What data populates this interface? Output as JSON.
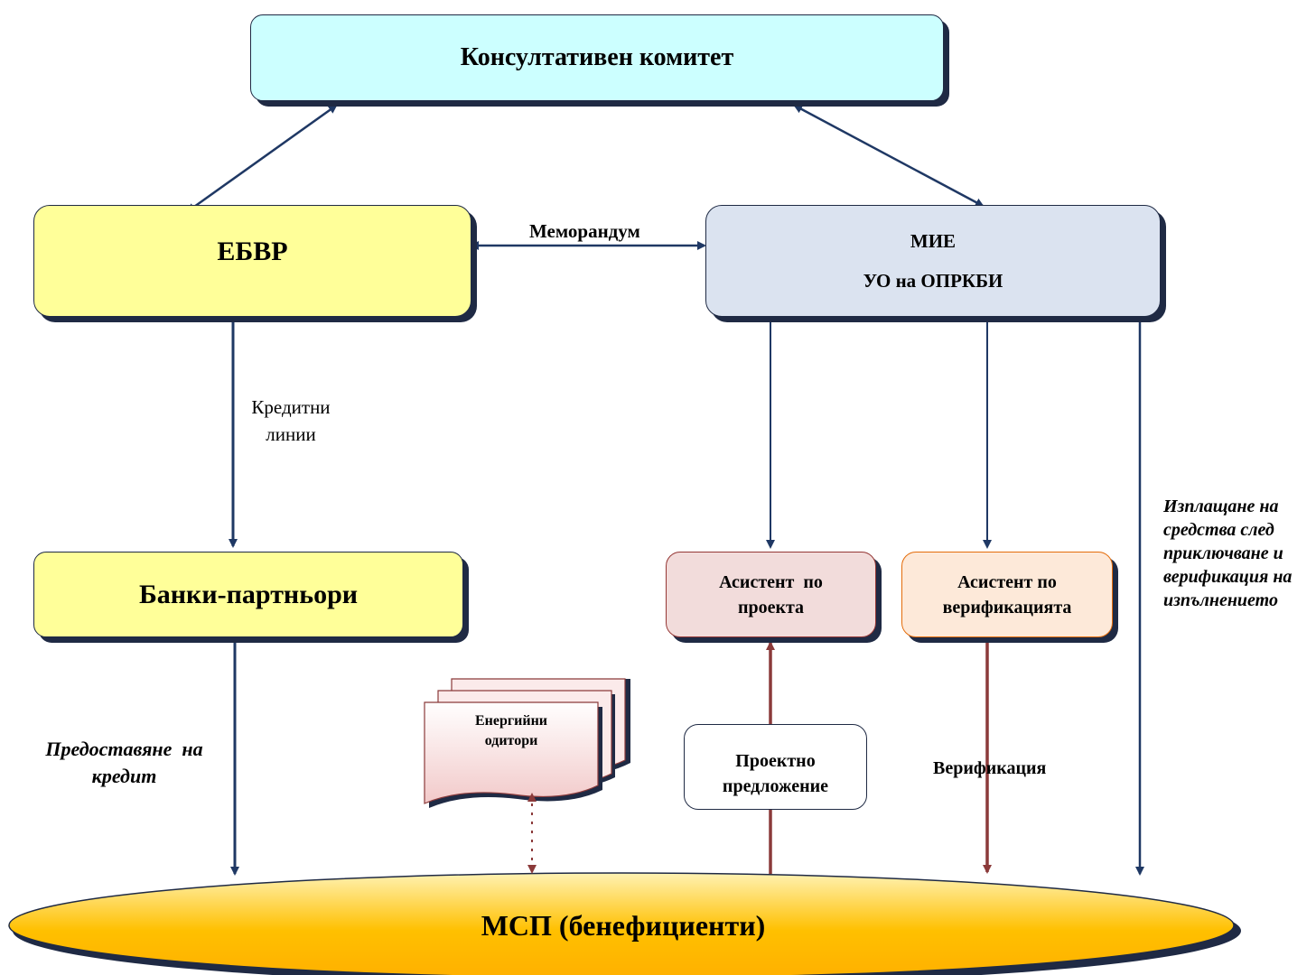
{
  "nodes": {
    "committee": "Консултативен комитет",
    "ebrd": "ЕБВР",
    "ministry_line1": "МИЕ",
    "ministry_line2": "УО на ОПРКБИ",
    "banks": "Банки-партньори",
    "project_assistant_line1": "Асистент  по",
    "project_assistant_line2": "проекта",
    "verification_assistant_line1": "Асистент по",
    "verification_assistant_line2": "верификацията",
    "auditors_line1": "Енергийни",
    "auditors_line2": "одитори",
    "proposal_line1": "Проектно",
    "proposal_line2": "предложение",
    "sme": "МСП (бенефициенти)"
  },
  "labels": {
    "memorandum": "Меморандум",
    "credit_lines_1": "Кредитни",
    "credit_lines_2": "линии",
    "credit_provision_1": "Предоставяне  на",
    "credit_provision_2": "кредит",
    "verification": "Верификация",
    "payment_1": "Изплащане на",
    "payment_2": "средства след",
    "payment_3": "приключване и",
    "payment_4": "верификация на",
    "payment_5": "изпълнението"
  },
  "colors": {
    "committee_fill": "#ccffff",
    "ebrd_fill": "#ffff99",
    "ministry_fill": "#dbe3f0",
    "project_assistant_fill": "#f2dcdb",
    "project_assistant_border": "#953735",
    "verification_assistant_fill": "#fde9d9",
    "verification_assistant_border": "#e46c0a",
    "navy_arrow": "#1f3864",
    "red_arrow": "#8b3a3a",
    "sme_fill": "#ffc000"
  }
}
